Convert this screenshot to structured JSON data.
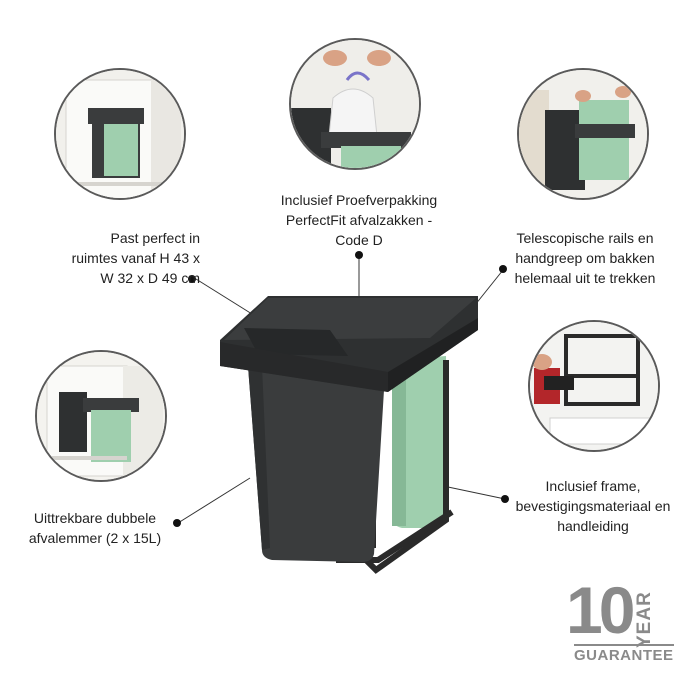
{
  "callouts": {
    "size": {
      "lines": [
        "Past perfect in",
        "ruimtes vanaf H 43 x",
        "W 32 x D 49 cm"
      ]
    },
    "bags": {
      "lines": [
        "Inclusief Proefverpakking",
        "PerfectFit afvalzakken -",
        "Code D"
      ]
    },
    "rails": {
      "lines": [
        "Telescopische rails en",
        "handgreep om bakken",
        "helemaal uit te trekken"
      ]
    },
    "buckets": {
      "lines": [
        "Uittrekbare dubbele",
        "afvalemmer (2 x 15L)"
      ]
    },
    "frame": {
      "lines": [
        "Inclusief frame,",
        "bevestigingsmateriaal en",
        "handleiding"
      ]
    }
  },
  "badge": {
    "number": "10",
    "year": "YEAR",
    "guarantee": "GUARANTEE"
  },
  "colors": {
    "bin_dark": "#3a3c3d",
    "bin_lid": "#2e3031",
    "mint": "#9fcfae",
    "frame": "#2a2a2a",
    "badge_gray": "#8a8a8a"
  }
}
